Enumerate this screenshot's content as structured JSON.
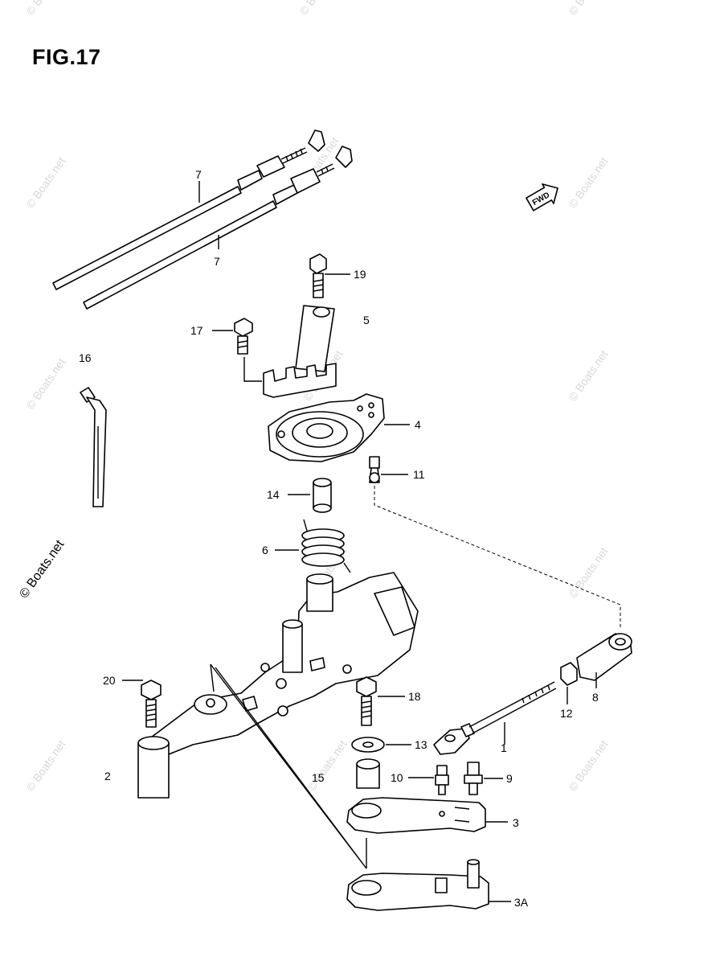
{
  "figure": {
    "title": "FIG.17",
    "watermark": "© Boats.net",
    "front_marker": "FWD"
  },
  "callouts": [
    {
      "id": "c7a",
      "label": "7"
    },
    {
      "id": "c7b",
      "label": "7"
    },
    {
      "id": "c19",
      "label": "19"
    },
    {
      "id": "c5",
      "label": "5"
    },
    {
      "id": "c17",
      "label": "17"
    },
    {
      "id": "c16",
      "label": "16"
    },
    {
      "id": "c4",
      "label": "4"
    },
    {
      "id": "c11",
      "label": "11"
    },
    {
      "id": "c14",
      "label": "14"
    },
    {
      "id": "c6",
      "label": "6"
    },
    {
      "id": "c20",
      "label": "20"
    },
    {
      "id": "c18",
      "label": "18"
    },
    {
      "id": "c8",
      "label": "8"
    },
    {
      "id": "c12",
      "label": "12"
    },
    {
      "id": "c13",
      "label": "13"
    },
    {
      "id": "c1",
      "label": "1"
    },
    {
      "id": "c2",
      "label": "2"
    },
    {
      "id": "c15",
      "label": "15"
    },
    {
      "id": "c10",
      "label": "10"
    },
    {
      "id": "c9",
      "label": "9"
    },
    {
      "id": "c3",
      "label": "3"
    },
    {
      "id": "c3a",
      "label": "3A"
    }
  ]
}
